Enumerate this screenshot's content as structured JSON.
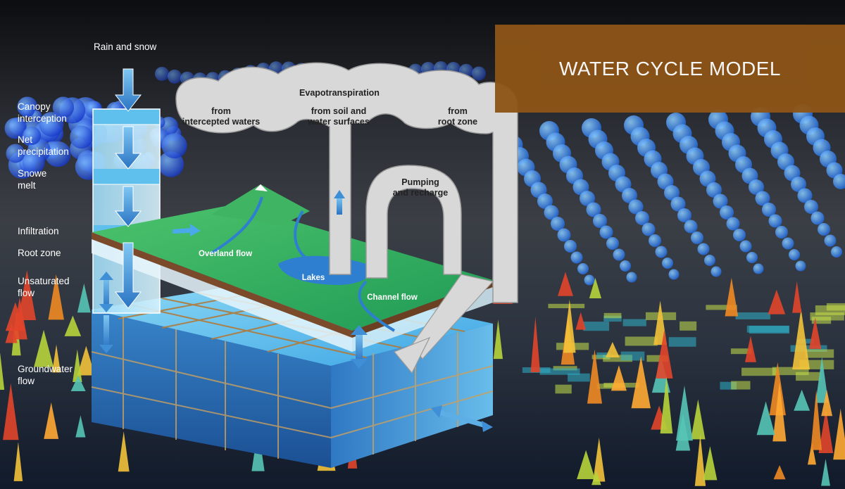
{
  "title": "WATER CYCLE MODEL",
  "side_labels": {
    "rain_snow": "Rain and snow",
    "canopy": "Canopy\ninterception",
    "net_precip": "Net\nprecipitation",
    "snow_melt": "Snowe\nmelt",
    "infiltration": "Infiltration",
    "root_zone": "Root zone",
    "unsaturated": "Unsaturated\nflow",
    "groundwater": "Groundwater\nflow"
  },
  "diagram_labels": {
    "evapotranspiration": "Evapotranspiration",
    "from_intercepted_1": "from",
    "from_intercepted_2": "intercepted waters",
    "from_soil_1": "from soil and",
    "from_soil_2": "water surfaces",
    "from_root_1": "from",
    "from_root_2": "root zone",
    "pumping_1": "Pumping",
    "pumping_2": "and recharge",
    "overland_flow": "Overland flow",
    "lakes": "Lakes",
    "channel_flow": "Channel flow"
  },
  "colors": {
    "title_bg": "#8c5417",
    "land": "#2fae5e",
    "cloud": "#d8d8d8",
    "water_light": "#6fc8ee",
    "water_dark": "#1d5d9c"
  }
}
